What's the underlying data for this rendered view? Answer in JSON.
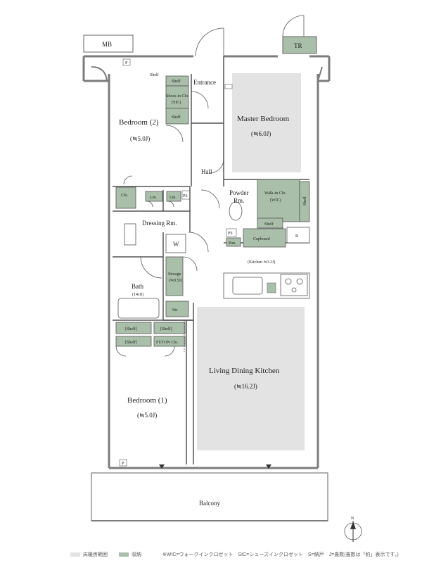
{
  "colors": {
    "wall": "#7c7c7c",
    "storage": "#a9bfa9",
    "floor_grey": "#e3e3e3",
    "line": "#333333"
  },
  "rooms": {
    "mb": "MB",
    "tr": "TR",
    "entrance": "Entrance",
    "master_bedroom": "Master Bedroom",
    "master_bedroom_size": "(≒6.0J)",
    "bedroom2": "Bedroom (2)",
    "bedroom2_size": "(≒5.0J)",
    "hall": "Hall",
    "powder_room_1": "Powder",
    "powder_room_2": "Rm.",
    "dressing_room": "Dressing Rm.",
    "washer": "W",
    "refrigerator": "R",
    "kitchen": "(Kitchen ≒3.2J)",
    "bath": "Bath",
    "bath_size": "(1418)",
    "storage": "Storage",
    "storage_size": "(≒0.5J)",
    "ldk": "Living Dining Kitchen",
    "ldk_size": "(≒16.2J)",
    "bedroom1": "Bedroom (1)",
    "bedroom1_size": "(≒5.0J)",
    "balcony": "Balcony"
  },
  "closets": {
    "shelf_top": "Shelf",
    "shoes_in_closet": "Shoes-in Clo.",
    "sic": "(SIC)",
    "shelf_lower": "Shelf",
    "clo": "Clo.",
    "lin1": "Lin.",
    "lin2": "Lin.",
    "walk_in_closet": "Walk-in Clo.",
    "wic": "(WIC)",
    "wic_shelf_side": "Shelf",
    "wic_shelf_bottom": "Shelf",
    "cupboard": "Cupboard",
    "pan": "Pan.",
    "str": "Str.",
    "b1_shelf_left": "[Shelf]",
    "b1_shelf_right": "[Shelf]",
    "b1_shelf_lower": "[Shelf]",
    "futon_clo": "FUTON Clo."
  },
  "markers": {
    "p": "P",
    "ps": "PS",
    "shelf_small": "Shelf",
    "north": "N"
  },
  "legend": {
    "floor_heating": "床暖房範囲",
    "storage": "収納",
    "note": "※WIC=ウォークインクロゼット　SIC=シューズインクロゼット　S=納戸　J=畳数(畳数は「約」表示です。)"
  }
}
